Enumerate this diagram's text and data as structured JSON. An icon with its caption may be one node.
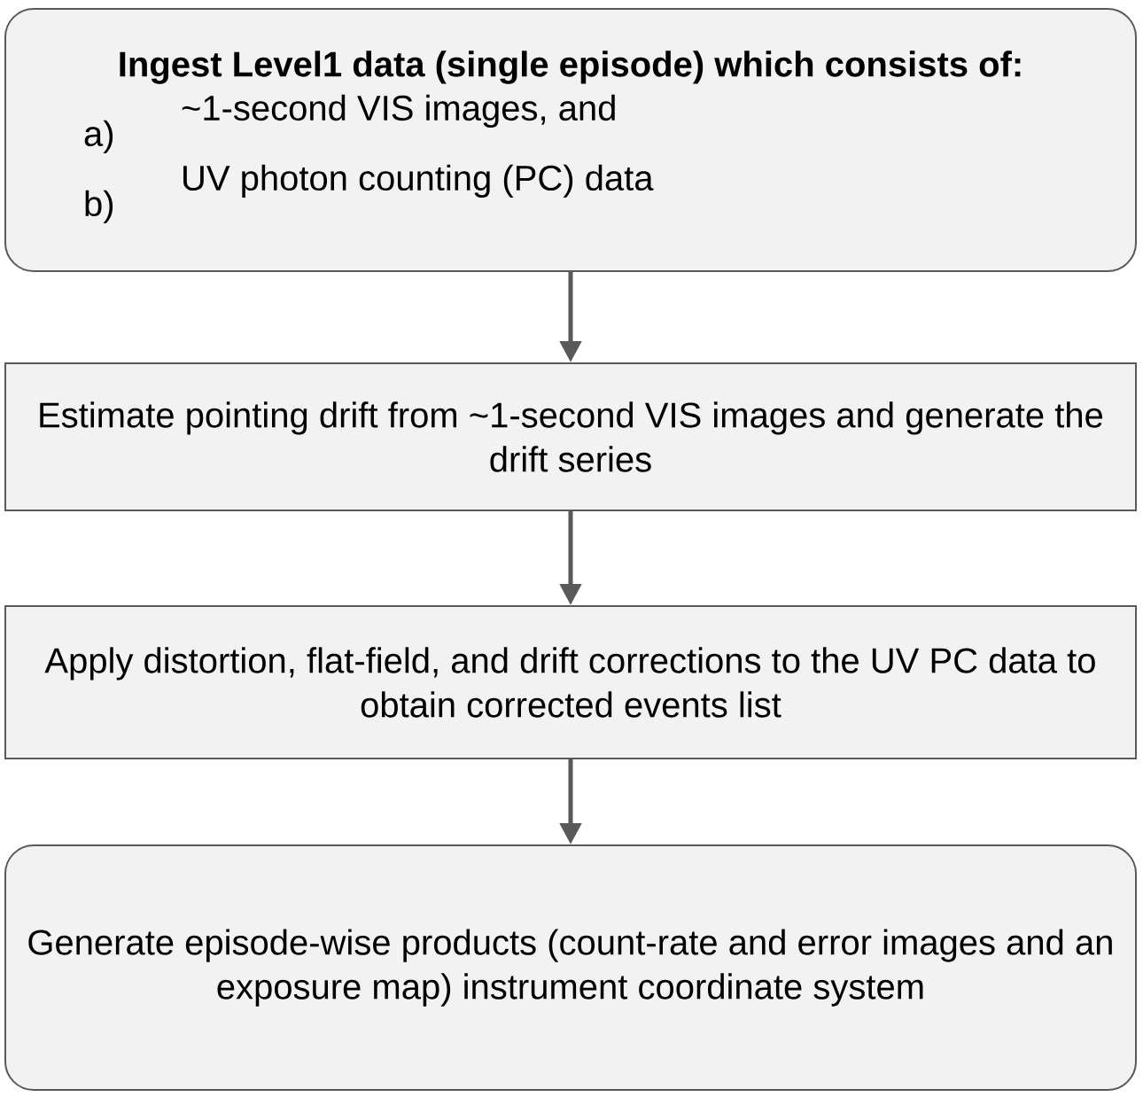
{
  "diagram": {
    "nodes": [
      {
        "text": [
          "Ingest Level1 data (single episode) which consists of:",
          "a)",
          "~1-second VIS images, and",
          "b)",
          "UV photon counting (PC) data"
        ]
      },
      {
        "text": [
          "Estimate pointing drift from ~1-second VIS images and generate the drift series"
        ]
      },
      {
        "text": [
          "Apply distortion, flat-field, and drift corrections to the UV PC data to obtain corrected events list"
        ]
      },
      {
        "text": [
          "Generate episode-wise products (count-rate and error images and an exposure map) instrument coordinate system"
        ]
      }
    ],
    "edges": [
      {
        "from": 0,
        "to": 1,
        "arrow": "to"
      },
      {
        "from": 1,
        "to": 2,
        "arrow": "to"
      },
      {
        "from": 2,
        "to": 3,
        "arrow": "to"
      }
    ]
  }
}
